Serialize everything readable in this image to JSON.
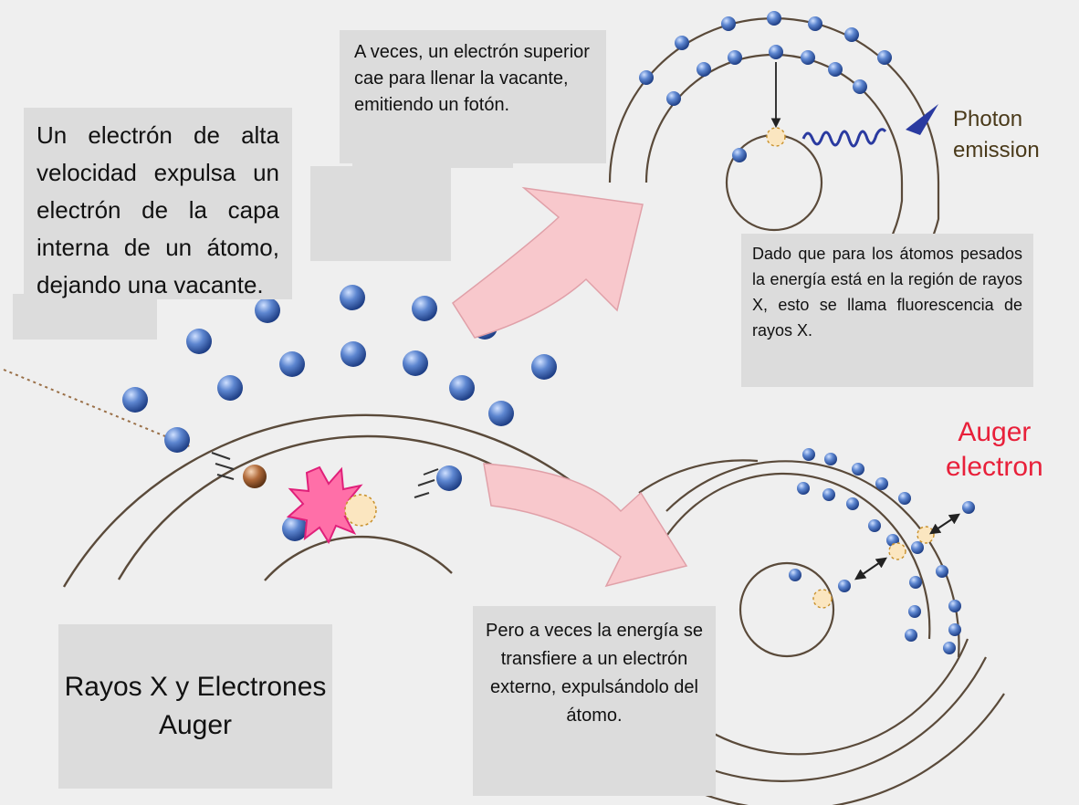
{
  "texts": {
    "intro": "Un electrón de alta velocidad expulsa un electrón de la capa interna de un átomo, dejando una vacante.",
    "cascade": "A veces, un electrón superior cae para llenar la vacante, emitiendo un fotón.",
    "fluorescence": "Dado que para los átomos pesados la energía está en la región de rayos X, esto se llama fluorescencia de rayos X.",
    "title": "Rayos X y Electrones Auger",
    "auger_note": "Pero a veces la energía se transfiere a un electrón externo, expulsándolo del átomo."
  },
  "labels": {
    "photon_line1": "Photon",
    "photon_line2": "emission",
    "auger_line1": "Auger",
    "auger_line2": "electron"
  },
  "colors": {
    "background": "#efefef",
    "text_box": "#dcdcdc",
    "orbit": "#5a4a3a",
    "electron": "#4a78c8",
    "arrow_fill": "#f8c8cc",
    "arrow_stroke": "#e0a0a8",
    "photon": "#2a3aa0",
    "auger": "#e8203a",
    "burst": "#ff6fa8",
    "incoming": "#b06a3a",
    "vacancy": "#fbe6c0"
  }
}
